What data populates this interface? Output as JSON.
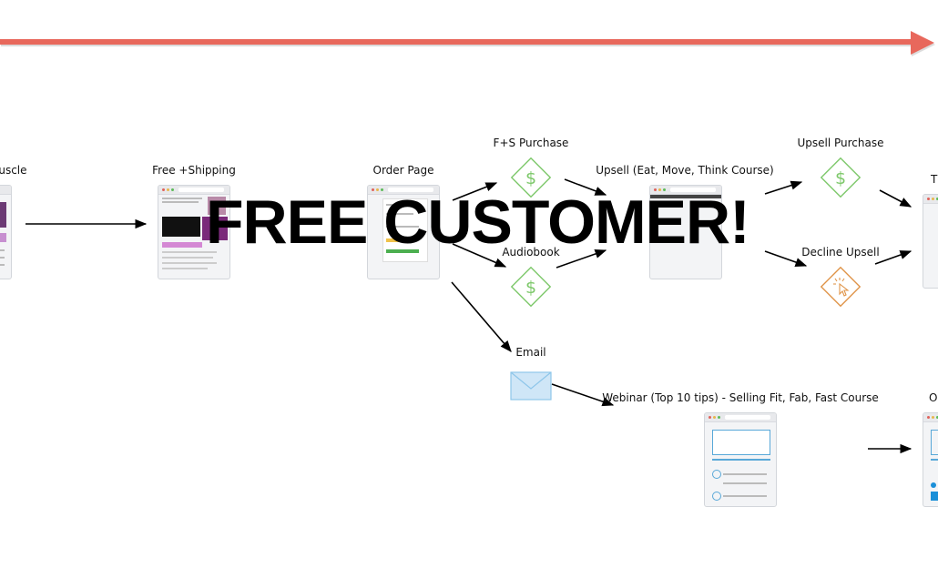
{
  "diagram": {
    "headline": "FREE CUSTOMER!",
    "nodes": {
      "muscle": "Muscle",
      "free_shipping": "Free +Shipping",
      "order_page": "Order Page",
      "fs_purchase": "F+S Purchase",
      "audiobook": "Audiobook",
      "email": "Email",
      "upsell": "Upsell (Eat, Move, Think Course)",
      "upsell_purchase": "Upsell Purchase",
      "decline_upsell": "Decline Upsell",
      "webinar": "Webinar (Top 10 tips) - Selling Fit, Fab, Fast Course",
      "edge_t": "T",
      "edge_o": "O"
    },
    "colors": {
      "timeline_arrow": "#e8685c",
      "purchase_icon": "#7dc86a",
      "decline_icon": "#e0954a",
      "email_icon": "#8ec6ea",
      "connector": "#000000"
    },
    "icons": {
      "purchase": "dollar-diamond-icon",
      "decline": "cursor-click-diamond-icon",
      "email": "envelope-icon",
      "page": "browser-page-icon"
    }
  }
}
